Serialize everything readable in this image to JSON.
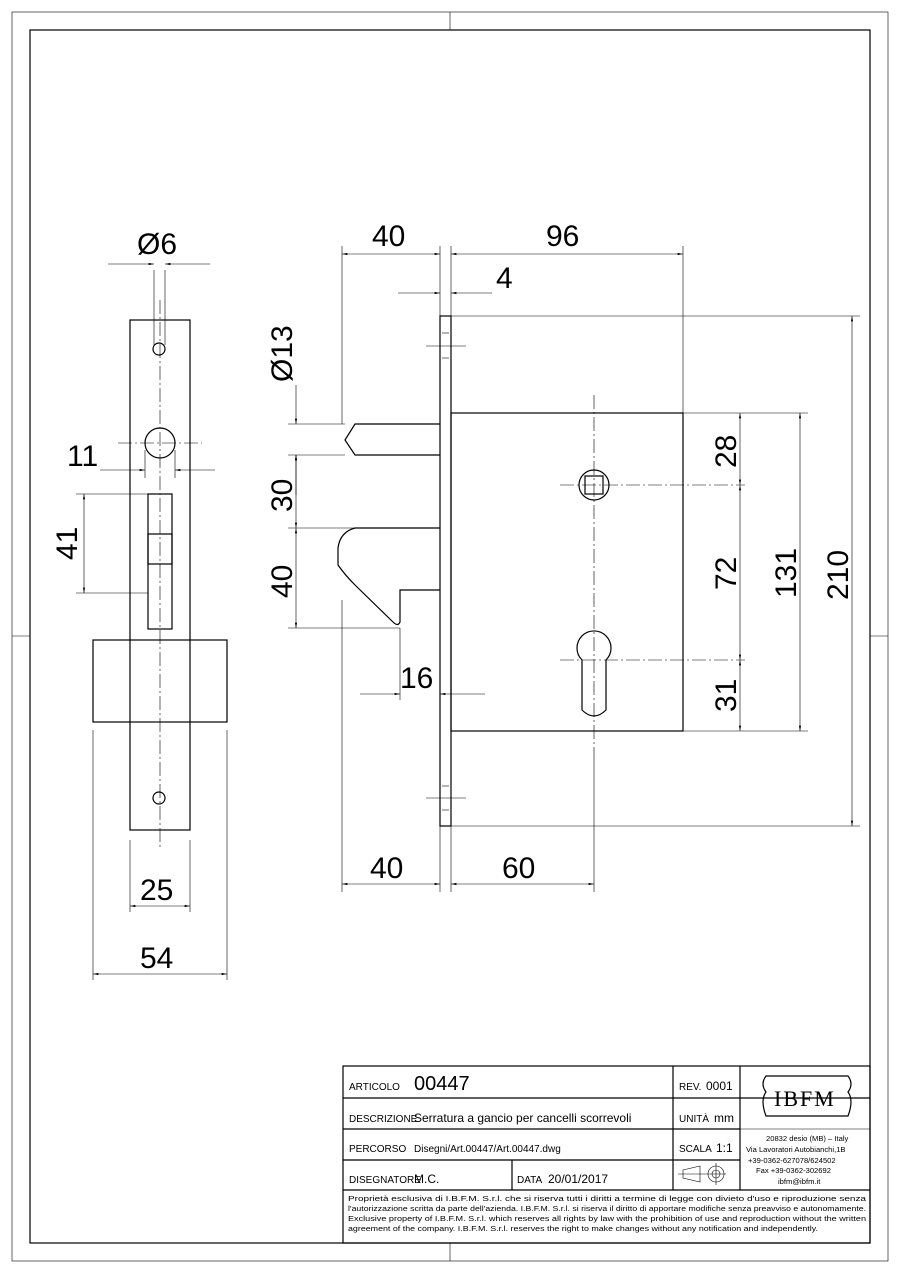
{
  "dimensions": {
    "diam6": "Ø6",
    "d11": "11",
    "d41": "41",
    "d25": "25",
    "d54": "54",
    "top40": "40",
    "top96": "96",
    "top4": "4",
    "diam13": "Ø13",
    "d30": "30",
    "left40": "40",
    "d16": "16",
    "bot40": "40",
    "bot60": "60",
    "d28": "28",
    "d72": "72",
    "d31": "31",
    "d131": "131",
    "d210": "210"
  },
  "title_block": {
    "articolo_label": "ARTICOLO",
    "articolo_value": "00447",
    "rev_label": "REV.",
    "rev_value": "0001",
    "descrizione_label": "DESCRIZIONE",
    "descrizione_value": "Serratura a gancio per cancelli scorrevoli",
    "unita_label": "UNITÀ",
    "unita_value": "mm",
    "percorso_label": "PERCORSO",
    "percorso_value": "Disegni/Art.00447/Art.00447.dwg",
    "scala_label": "SCALA",
    "scala_value": "1:1",
    "disegnatore_label": "DISEGNATORE",
    "disegnatore_value": "M.C.",
    "data_label": "DATA",
    "data_value": "20/01/2017",
    "logo_text": "IBFM",
    "address_line1": "20832 desio (MB) – Italy",
    "address_line2": "Via Lavoratori Autobianchi,1B",
    "phone": "+39-0362-627078/624502",
    "fax": "Fax +39-0362-302692",
    "email": "ibfm@ibfm.it",
    "notice_lines": [
      "Proprietà esclusiva di I.B.F.M. S.r.l. che si riserva tutti i diritti a termine di legge con divieto d'uso e riproduzione senza",
      "l'autorizzazione scritta da parte dell'azienda. I.B.F.M. S.r.l. si riserva il diritto di apportare modifiche senza preavviso e autonomamente.",
      "Exclusive property of I.B.F.M. S.r.l. which reserves all rights by law with the prohibition of use and reproduction without the written",
      "agreement of the company. I.B.F.M. S.r.l. reserves the right to make changes without any notification and independently."
    ]
  }
}
